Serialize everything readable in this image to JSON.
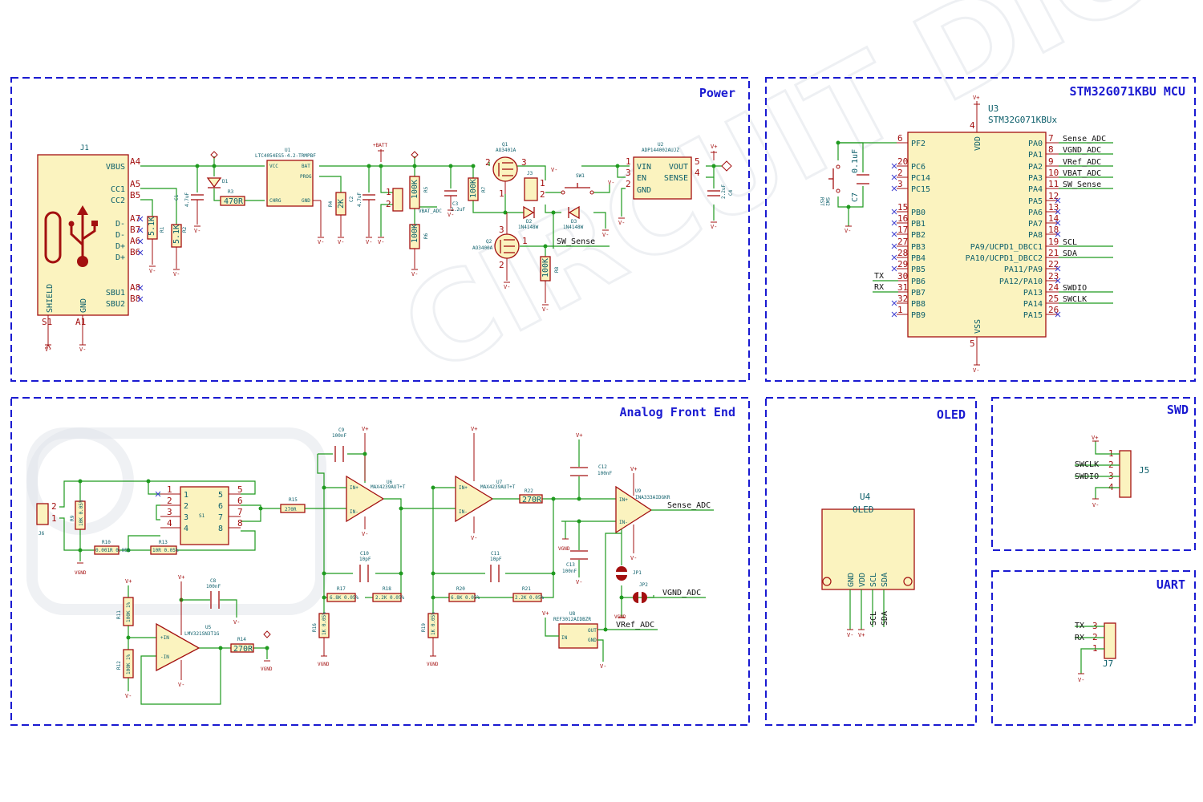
{
  "sections": {
    "power": "Power",
    "mcu": "STM32G071KBU MCU",
    "afe": "Analog Front End",
    "oled": "OLED",
    "swd": "SWD",
    "uart": "UART"
  },
  "power": {
    "j1": {
      "ref": "J1",
      "pins": [
        "VBUS",
        "CC1",
        "CC2",
        "D-",
        "D-",
        "D+",
        "D+",
        "SBU1",
        "SBU2"
      ],
      "pinnums": [
        "A4",
        "A5",
        "B5",
        "A7",
        "B7",
        "A6",
        "B6",
        "A8",
        "B8"
      ],
      "shield": "SHIELD",
      "gnd": "GND",
      "s1": "S1",
      "a1": "A1"
    },
    "r1": {
      "ref": "R1",
      "val": "5.1K"
    },
    "r2": {
      "ref": "R2",
      "val": "5.1K"
    },
    "c1": {
      "ref": "C1",
      "val": "4.7uF"
    },
    "d1": {
      "ref": "D1"
    },
    "r3": {
      "ref": "R3",
      "val": "470R"
    },
    "u1": {
      "ref": "U1",
      "val": "LTC4054ES5-4.2-TRMPBF",
      "pins": [
        "VCC",
        "CHRG",
        "BAT",
        "PROG",
        "GND"
      ]
    },
    "r4": {
      "ref": "R4",
      "val": "2K"
    },
    "c2": {
      "ref": "C2",
      "val": "4.7uF"
    },
    "batt": "+BATT",
    "r5": {
      "ref": "R5",
      "val": "100K"
    },
    "r6": {
      "ref": "R6",
      "val": "100K"
    },
    "c3": {
      "ref": "C3",
      "val": "2.2uF"
    },
    "vbat_adc": "VBAT_ADC",
    "r7": {
      "ref": "R7",
      "val": "100K"
    },
    "q1": {
      "ref": "Q1",
      "val": "AO3401A"
    },
    "q2": {
      "ref": "Q2",
      "val": "AO3400A"
    },
    "r8": {
      "ref": "R8",
      "val": "100K"
    },
    "j3": {
      "ref": "J3"
    },
    "sw1": {
      "ref": "SW1"
    },
    "d2": {
      "ref": "D2",
      "val": "1N4148W"
    },
    "d3": {
      "ref": "D3",
      "val": "1N4148W"
    },
    "sw_sense": "SW_Sense",
    "u2": {
      "ref": "U2",
      "val": "ADP144002AUJZ",
      "pins": [
        "VIN",
        "EN",
        "GND",
        "VOUT",
        "SENSE"
      ],
      "pinnums": [
        "1",
        "3",
        "2",
        "5",
        "4"
      ]
    },
    "c4": {
      "ref": "C4",
      "val": "2.2uF"
    }
  },
  "mcu": {
    "ref": "U3",
    "val": "STM32G071KBUx",
    "vdd": "VDD",
    "vss": "VSS",
    "vddnum": "4",
    "vssnum": "5",
    "left_pins": [
      {
        "num": "6",
        "name": "PF2"
      },
      {
        "num": "20",
        "name": "PC6"
      },
      {
        "num": "2",
        "name": "PC14"
      },
      {
        "num": "3",
        "name": "PC15"
      },
      {
        "num": "15",
        "name": "PB0"
      },
      {
        "num": "16",
        "name": "PB1"
      },
      {
        "num": "17",
        "name": "PB2"
      },
      {
        "num": "27",
        "name": "PB3"
      },
      {
        "num": "28",
        "name": "PB4"
      },
      {
        "num": "29",
        "name": "PB5"
      },
      {
        "num": "30",
        "name": "PB6"
      },
      {
        "num": "31",
        "name": "PB7"
      },
      {
        "num": "32",
        "name": "PB8"
      },
      {
        "num": "1",
        "name": "PB9"
      }
    ],
    "right_pins": [
      {
        "num": "7",
        "name": "PA0",
        "net": "Sense_ADC"
      },
      {
        "num": "8",
        "name": "PA1",
        "net": "VGND_ADC"
      },
      {
        "num": "9",
        "name": "PA2",
        "net": "VRef_ADC"
      },
      {
        "num": "10",
        "name": "PA3",
        "net": "VBAT_ADC"
      },
      {
        "num": "11",
        "name": "PA4",
        "net": "SW_Sense"
      },
      {
        "num": "12",
        "name": "PA5",
        "net": ""
      },
      {
        "num": "13",
        "name": "PA6",
        "net": ""
      },
      {
        "num": "14",
        "name": "PA7",
        "net": ""
      },
      {
        "num": "18",
        "name": "PA8",
        "net": ""
      },
      {
        "num": "19",
        "name": "PA9/UCPD1_DBCC1",
        "net": "SCL"
      },
      {
        "num": "21",
        "name": "PA10/UCPD1_DBCC2",
        "net": "SDA"
      },
      {
        "num": "22",
        "name": "PA11/PA9",
        "net": ""
      },
      {
        "num": "23",
        "name": "PA12/PA10",
        "net": ""
      },
      {
        "num": "24",
        "name": "PA13",
        "net": "SWDIO"
      },
      {
        "num": "25",
        "name": "PA14",
        "net": "SWCLK"
      },
      {
        "num": "26",
        "name": "PA15",
        "net": ""
      }
    ],
    "tx": "TX",
    "rx": "RX",
    "c7": {
      "ref": "C7",
      "val": "0.1uF"
    },
    "sw2": {
      "ref": "SW2",
      "val": "RST"
    }
  },
  "afe": {
    "j6": "J6",
    "r9": {
      "ref": "R9",
      "val": "10K 0.05%"
    },
    "r10": {
      "ref": "R10",
      "val": "0.001R 0.05%"
    },
    "r13": {
      "ref": "R13",
      "val": "10R 0.05%"
    },
    "s1": {
      "ref": "S1",
      "pins": [
        "1",
        "2",
        "3",
        "4",
        "5",
        "6",
        "7",
        "8"
      ]
    },
    "vgnd": "VGND",
    "r15": {
      "ref": "R15",
      "val": "270R"
    },
    "c9": {
      "ref": "C9",
      "val": "100nF"
    },
    "u6": {
      "ref": "U6",
      "val": "MAX4239AUT+T"
    },
    "c10": {
      "ref": "C10",
      "val": "10pF"
    },
    "r17": {
      "ref": "R17",
      "val": "6.8K 0.05%"
    },
    "r18": {
      "ref": "R18",
      "val": "2.2K 0.05%"
    },
    "r16": {
      "ref": "R16",
      "val": "1K 0.05%"
    },
    "u7": {
      "ref": "U7",
      "val": "MAX4239AUT+T"
    },
    "r22": {
      "ref": "R22",
      "val": "270R"
    },
    "c11": {
      "ref": "C11",
      "val": "10pF"
    },
    "r20": {
      "ref": "R20",
      "val": "6.8K 0.05%"
    },
    "r21": {
      "ref": "R21",
      "val": "2.2K 0.05%"
    },
    "r19": {
      "ref": "R19",
      "val": "1K 0.05%"
    },
    "c12": {
      "ref": "C12",
      "val": "100nF"
    },
    "c13": {
      "ref": "C13",
      "val": "100nF"
    },
    "u9": {
      "ref": "U9",
      "val": "INA333AIDGKR"
    },
    "sense_adc": "Sense_ADC",
    "jp1": "JP1",
    "jp2": "JP2",
    "vgnd_adc": "VGND_ADC",
    "u8": {
      "ref": "U8",
      "val": "REF3012AIDBZR"
    },
    "vref_adc": "VRef_ADC",
    "r11": {
      "ref": "R11",
      "val": "100K 1%"
    },
    "r12": {
      "ref": "R12",
      "val": "100K 1%"
    },
    "u5": {
      "ref": "U5",
      "val": "LMV321SN3T1G"
    },
    "c8": {
      "ref": "C8",
      "val": "100nF"
    },
    "r14": {
      "ref": "R14",
      "val": "270R"
    }
  },
  "oled": {
    "ref": "U4",
    "val": "OLED",
    "pins": [
      "GND",
      "VDD",
      "SCL",
      "SDA"
    ],
    "nets": [
      "SCL",
      "SDA"
    ]
  },
  "swd": {
    "ref": "J5",
    "pins": [
      "1",
      "2",
      "3",
      "4"
    ],
    "nets": [
      "SWCLK",
      "SWDIO"
    ]
  },
  "uart": {
    "ref": "J7",
    "pins": [
      "3",
      "2",
      "1"
    ],
    "nets": [
      "TX",
      "RX"
    ]
  },
  "watermark": "CIRCUIT DIGEST",
  "power_symbols": {
    "vplus": "V+",
    "vminus": "V-",
    "vgnd": "VGND"
  },
  "colors": {
    "frame": "#1a1ad1",
    "wire": "#1f9a1f",
    "component": "#a31010",
    "fill": "#fbf3bf"
  }
}
